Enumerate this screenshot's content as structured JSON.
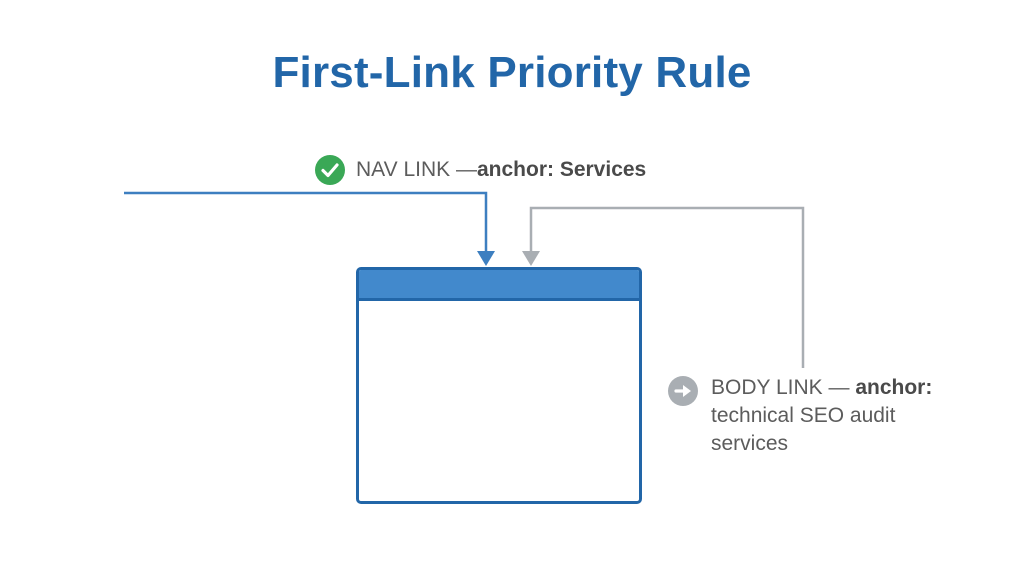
{
  "title": "First-Link Priority Rule",
  "nav_link": {
    "label_prefix": "NAV LINK — ",
    "anchor_label": "anchor: Services",
    "icon": "check-circle-icon",
    "color": "#2266a8",
    "icon_color": "#3aa856"
  },
  "body_link": {
    "label_prefix": "BODY LINK — ",
    "anchor_label": "anchor:",
    "anchor_text": "technical SEO audit services",
    "icon": "arrow-circle-icon",
    "color": "#a9aeb3"
  },
  "page": {
    "icon": "browser-window-icon",
    "header_color": "#4289cc",
    "border_color": "#2266a8"
  }
}
